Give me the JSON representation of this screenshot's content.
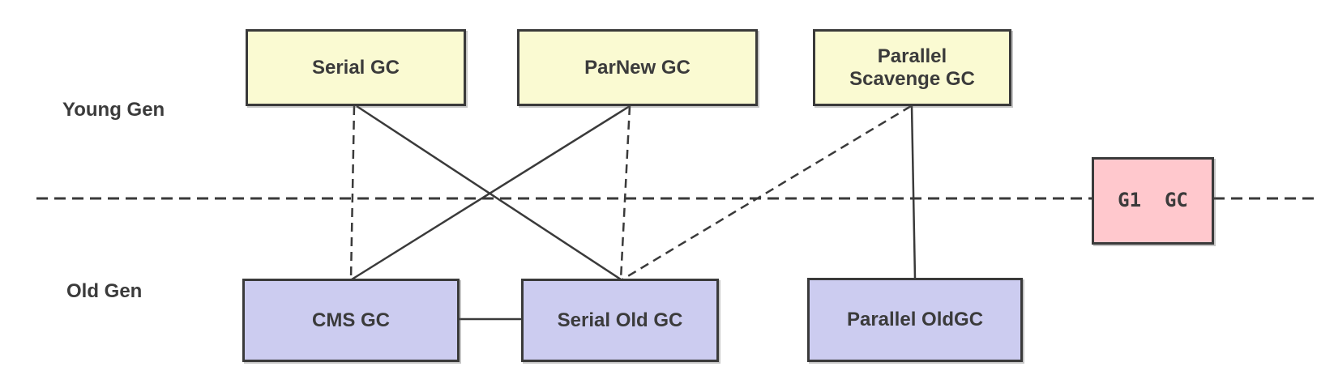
{
  "diagram": {
    "row_labels": {
      "young": "Young Gen",
      "old": "Old Gen"
    },
    "nodes": {
      "serial_gc": {
        "label": "Serial GC",
        "generation": "young"
      },
      "parnew_gc": {
        "label": "ParNew GC",
        "generation": "young"
      },
      "parallel_scavenge_gc": {
        "label": "Parallel Scavenge GC",
        "generation": "young"
      },
      "cms_gc": {
        "label": "CMS GC",
        "generation": "old"
      },
      "serial_old_gc": {
        "label": "Serial Old GC",
        "generation": "old"
      },
      "parallel_old_gc": {
        "label": "Parallel OldGC",
        "generation": "old"
      },
      "g1_gc": {
        "label": "G1  GC",
        "generation": "both"
      }
    },
    "edges": [
      {
        "from": "serial_gc",
        "to": "cms_gc",
        "style": "dashed"
      },
      {
        "from": "serial_gc",
        "to": "serial_old_gc",
        "style": "solid"
      },
      {
        "from": "parnew_gc",
        "to": "serial_old_gc",
        "style": "dashed"
      },
      {
        "from": "parnew_gc",
        "to": "cms_gc",
        "style": "solid"
      },
      {
        "from": "parallel_scavenge_gc",
        "to": "serial_old_gc",
        "style": "dashed"
      },
      {
        "from": "parallel_scavenge_gc",
        "to": "parallel_old_gc",
        "style": "solid"
      },
      {
        "from": "cms_gc",
        "to": "serial_old_gc",
        "style": "solid"
      }
    ],
    "colors": {
      "young_gen_fill": "#fafad2",
      "old_gen_fill": "#ccccf0",
      "g1_fill": "#ffc8cd",
      "border_and_lines": "#3a3a3a",
      "text": "#3b3b3b",
      "background": "#ffffff"
    }
  }
}
